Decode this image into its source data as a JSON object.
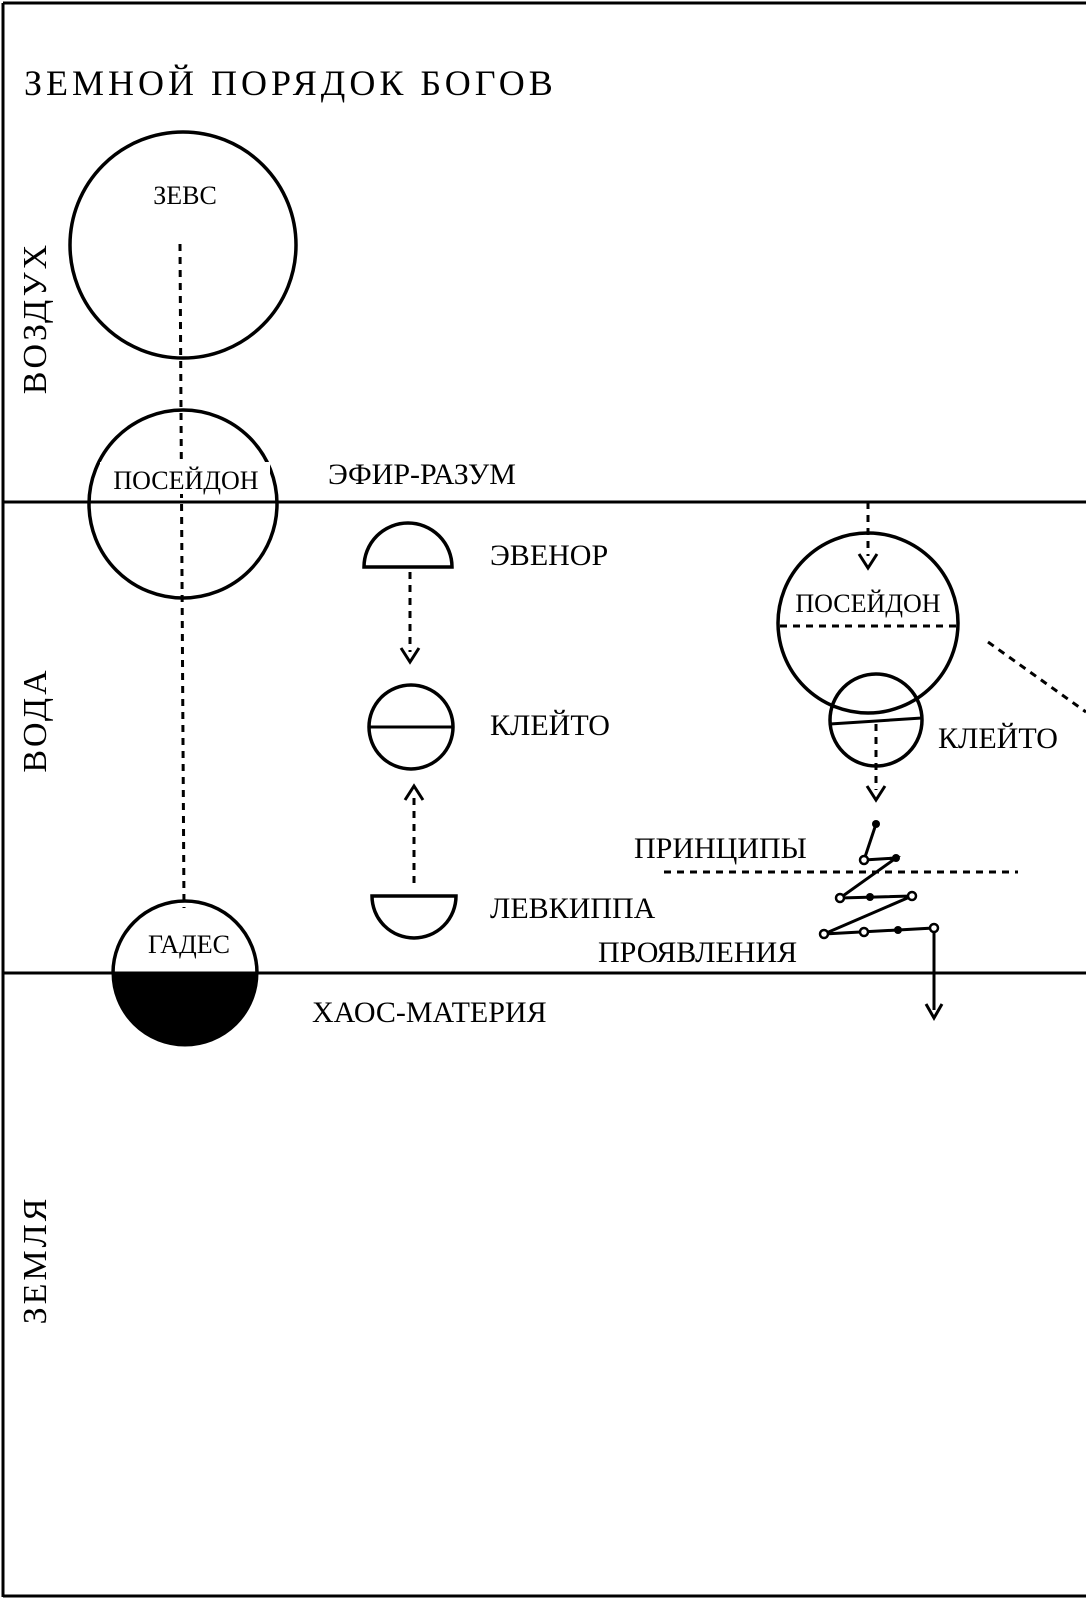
{
  "title": "ЗЕМНОЙ ПОРЯДОК БОГОВ",
  "zones": {
    "air": "ВОЗДУХ",
    "water": "ВОДА",
    "earth": "ЗЕМЛЯ"
  },
  "levels": {
    "upper": "ЭФИР-РАЗУМ",
    "lower": "ХАОС-МАТЕРИЯ"
  },
  "left_column": {
    "zeus": "ЗЕВС",
    "poseidon": "ПОСЕЙДОН",
    "hades": "ГАДЕС"
  },
  "middle_column": {
    "evenor": "ЭВЕНОР",
    "kleito": "КЛЕЙТО",
    "leukippe": "ЛЕВКИППА"
  },
  "right_column": {
    "poseidon": "ПОСЕЙДОН",
    "kleito": "КЛЕЙТО",
    "principles": "ПРИНЦИПЫ",
    "manifestations": "ПРОЯВЛЕНИЯ"
  }
}
